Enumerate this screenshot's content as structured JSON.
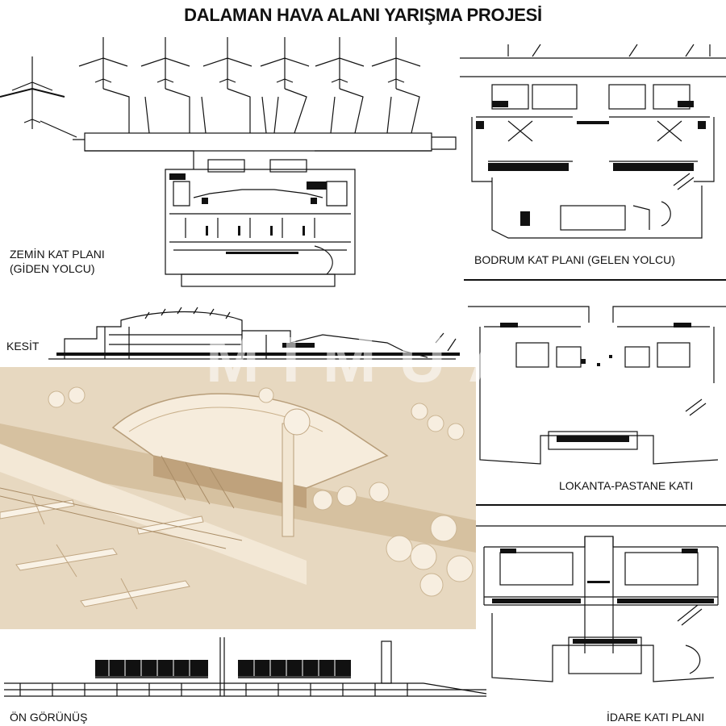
{
  "title": "DALAMAN HAVA ALANI YARIŞMA PROJESİ",
  "labels": {
    "zemin": "ZEMİN KAT PLANI\n(GİDEN YOLCU)",
    "bodrum": "BODRUM KAT PLANI (GELEN YOLCU)",
    "kesit": "KESİT",
    "lokanta": "LOKANTA-PASTANE KATI",
    "on_gorunus": "ÖN GÖRÜNÜŞ",
    "idare": "İDARE KATI PLANI"
  },
  "watermark": "MIMUA",
  "colors": {
    "ink": "#111111",
    "model_light": "#efe3cf",
    "model_mid": "#d8c4a4",
    "model_dark": "#b89e7a"
  }
}
